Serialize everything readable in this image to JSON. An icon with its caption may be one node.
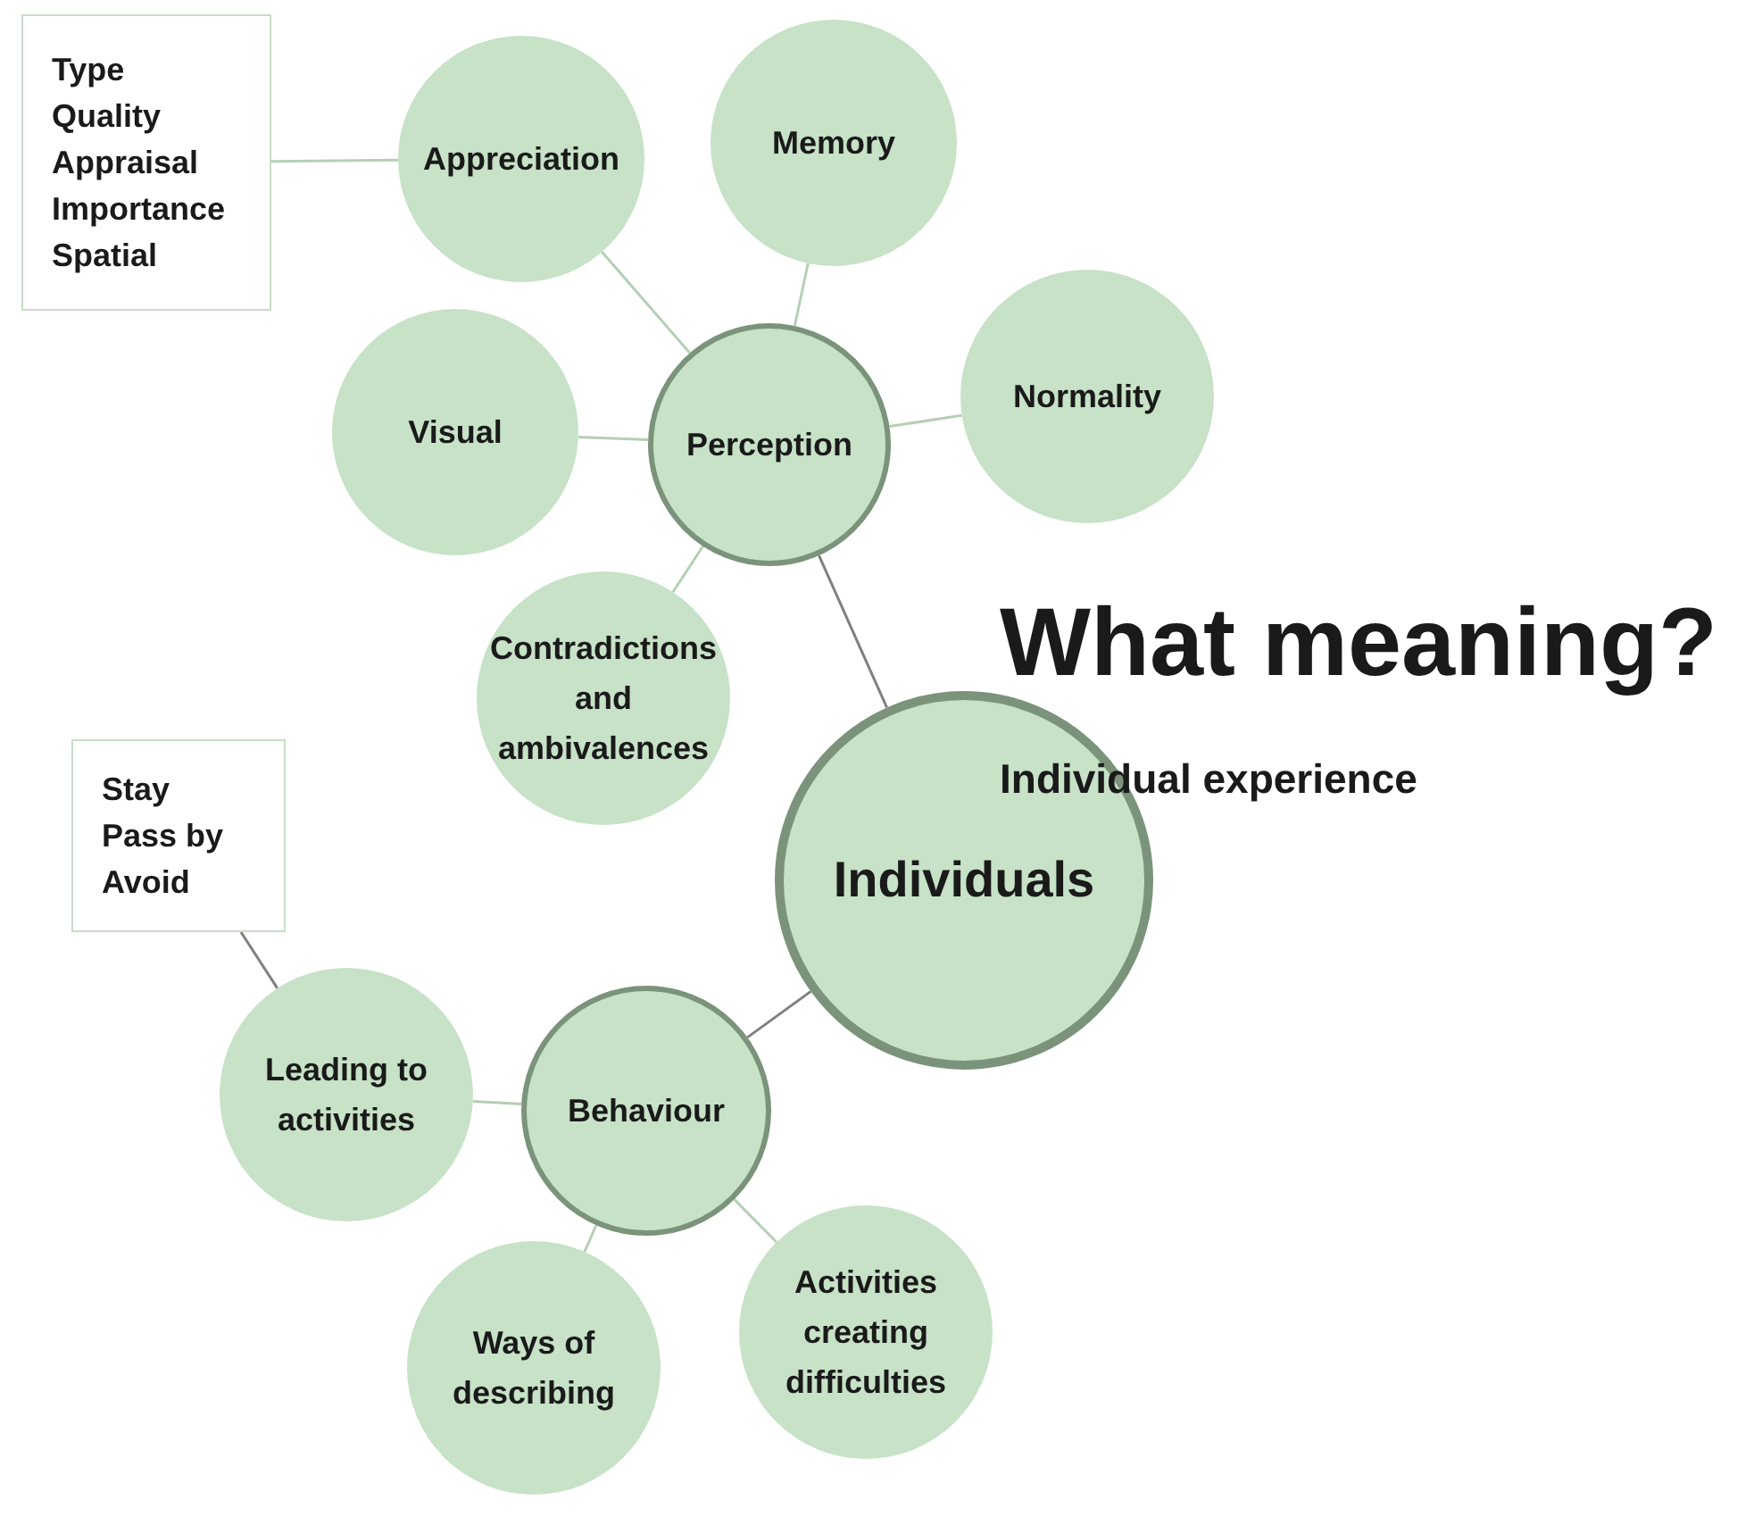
{
  "diagram": {
    "title": "What meaning?",
    "caption": "Individual experience",
    "nodes": [
      {
        "text": [
          "Type",
          "Quality",
          "Appraisal",
          "Importance",
          "Spatial"
        ]
      },
      {
        "text": [
          "Appreciation"
        ]
      },
      {
        "text": [
          "Memory"
        ]
      },
      {
        "text": [
          "Visual"
        ]
      },
      {
        "text": [
          "Perception"
        ]
      },
      {
        "text": [
          "Normality"
        ]
      },
      {
        "text": [
          "Contradictions and ambivalences"
        ]
      },
      {
        "text": [
          "Stay",
          "Pass by",
          "Avoid"
        ]
      },
      {
        "text": [
          "Individuals"
        ]
      },
      {
        "text": [
          "Leading to activities"
        ]
      },
      {
        "text": [
          "Behaviour"
        ]
      },
      {
        "text": [
          "Ways of describing"
        ]
      },
      {
        "text": [
          "Activities creating difficulties"
        ]
      }
    ],
    "edges": [
      {
        "from": 0,
        "to": 1,
        "arrow": "none"
      },
      {
        "from": 1,
        "to": 4,
        "arrow": "none"
      },
      {
        "from": 2,
        "to": 4,
        "arrow": "none"
      },
      {
        "from": 3,
        "to": 4,
        "arrow": "none"
      },
      {
        "from": 5,
        "to": 4,
        "arrow": "none"
      },
      {
        "from": 6,
        "to": 4,
        "arrow": "none"
      },
      {
        "from": 4,
        "to": 8,
        "arrow": "none",
        "color": "#808080"
      },
      {
        "from": 8,
        "to": 10,
        "arrow": "none",
        "color": "#808080"
      },
      {
        "from": 10,
        "to": 9,
        "arrow": "none"
      },
      {
        "from": 9,
        "to": 7,
        "arrow": "none",
        "color": "#808080"
      },
      {
        "from": 10,
        "to": 11,
        "arrow": "none"
      },
      {
        "from": 10,
        "to": 12,
        "arrow": "none"
      }
    ]
  }
}
